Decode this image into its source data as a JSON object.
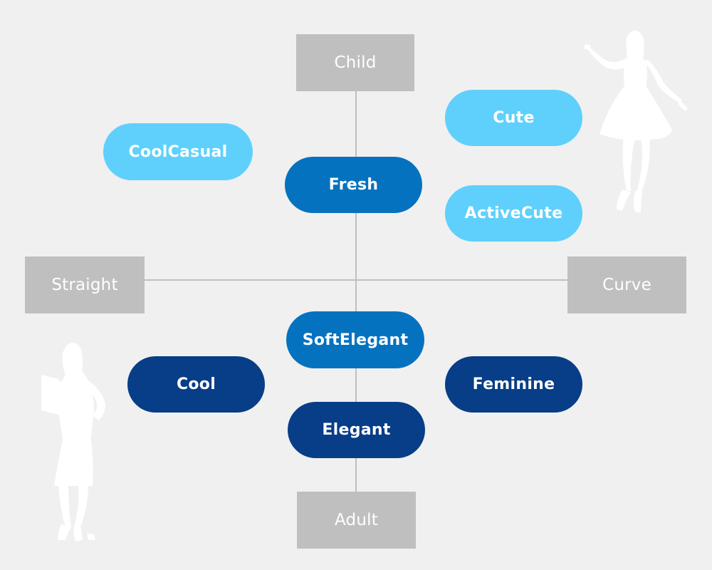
{
  "axes": {
    "top": "Child",
    "bottom": "Adult",
    "left": "Straight",
    "right": "Curve",
    "color": "#c0bfbf"
  },
  "nodes": [
    {
      "id": "coolcasual",
      "label": "CoolCasual",
      "color": "#5fd0fc"
    },
    {
      "id": "cute",
      "label": "Cute",
      "color": "#5fd0fc"
    },
    {
      "id": "fresh",
      "label": "Fresh",
      "color": "#0572c0"
    },
    {
      "id": "activecute",
      "label": "ActiveCute",
      "color": "#5fd0fc"
    },
    {
      "id": "softelegant",
      "label": "SoftElegant",
      "color": "#0572c0"
    },
    {
      "id": "cool",
      "label": "Cool",
      "color": "#083d87"
    },
    {
      "id": "feminine",
      "label": "Feminine",
      "color": "#083d87"
    },
    {
      "id": "elegant",
      "label": "Elegant",
      "color": "#083d87"
    }
  ],
  "icons": {
    "top_right": "dancing-woman-silhouette-icon",
    "bottom_left": "standing-woman-with-folder-silhouette-icon"
  }
}
